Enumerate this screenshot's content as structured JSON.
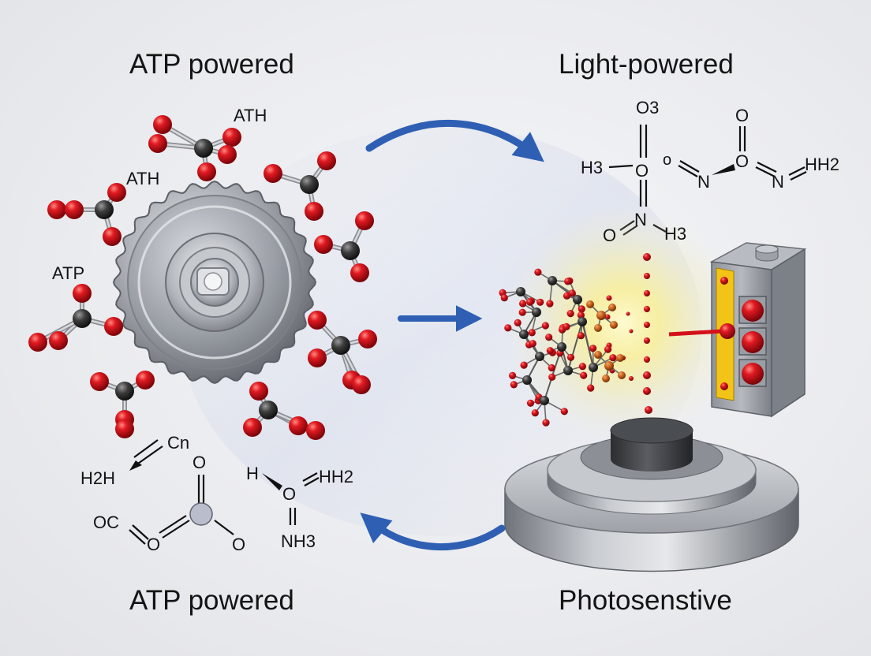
{
  "labels": {
    "top_left": "ATP powered",
    "top_right": "Light-powered",
    "bottom_left": "ATP powered",
    "bottom_right": "Photosenstive"
  },
  "molecule_labels": {
    "ath_1": "ATH",
    "ath_2": "ATH",
    "atp_1": "ATP"
  },
  "chem_left": {
    "cn": "Cn",
    "h2h": "H2H",
    "o_top": "O",
    "oc": "OC",
    "o_mid": "O",
    "o_right": "O",
    "h": "H",
    "hh2": "HH2",
    "o_center": "O",
    "nh3": "NH3"
  },
  "chem_right": {
    "o3": "O3",
    "h3": "H3",
    "o_mid": "O",
    "o_small": "o",
    "n_left": "N",
    "o_top": "O",
    "o_center": "O",
    "n_right": "N",
    "hh2": "HH2",
    "o_low": "O",
    "n_low": "N",
    "h3_low": "H3"
  },
  "colors": {
    "arrow": "#2f5fb3",
    "atom_red": "#d4101a",
    "atom_dark": "#3a3a3a",
    "metal": "#b8bcc2",
    "panel_yellow": "#f2c417"
  }
}
